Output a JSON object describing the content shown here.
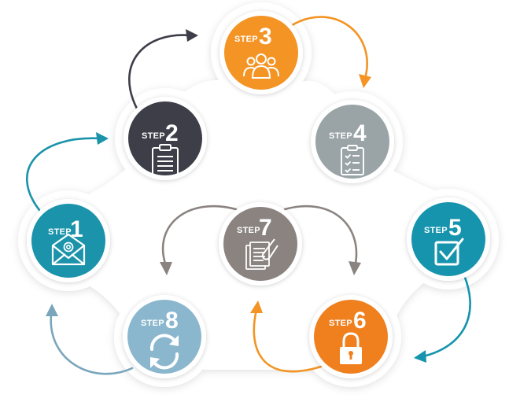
{
  "steps": [
    {
      "id": "1",
      "word": "STEP",
      "number": "1",
      "color": "#1a93ab",
      "icon": "envelope-at-icon"
    },
    {
      "id": "2",
      "word": "STEP",
      "number": "2",
      "color": "#3d3e48",
      "icon": "clipboard-icon"
    },
    {
      "id": "3",
      "word": "STEP",
      "number": "3",
      "color": "#f39424",
      "icon": "people-group-icon"
    },
    {
      "id": "4",
      "word": "STEP",
      "number": "4",
      "color": "#9aa3a6",
      "icon": "checklist-clipboard-icon"
    },
    {
      "id": "5",
      "word": "STEP",
      "number": "5",
      "color": "#1694ad",
      "icon": "checkbox-icon"
    },
    {
      "id": "6",
      "word": "STEP",
      "number": "6",
      "color": "#f07f1e",
      "icon": "padlock-icon"
    },
    {
      "id": "7",
      "word": "STEP",
      "number": "7",
      "color": "#8a8380",
      "icon": "documents-clip-icon"
    },
    {
      "id": "8",
      "word": "STEP",
      "number": "8",
      "color": "#8ab7ce",
      "icon": "refresh-icon"
    }
  ]
}
